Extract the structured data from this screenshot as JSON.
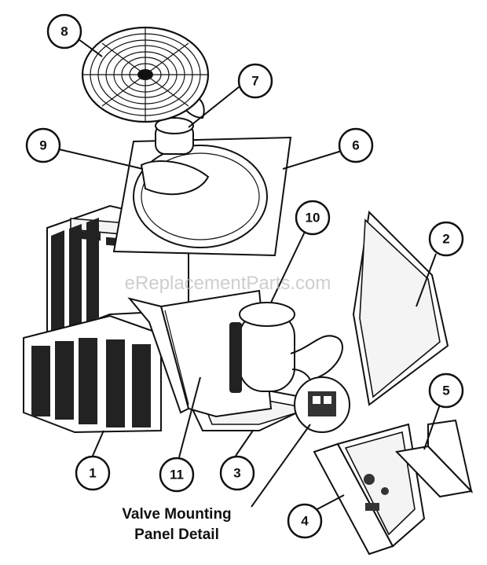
{
  "watermark": "eReplacementParts.com",
  "caption": {
    "line1": "Valve Mounting",
    "line2": "Panel Detail"
  },
  "callouts": [
    {
      "id": "1",
      "label": "1"
    },
    {
      "id": "2",
      "label": "2"
    },
    {
      "id": "3",
      "label": "3"
    },
    {
      "id": "4",
      "label": "4"
    },
    {
      "id": "5",
      "label": "5"
    },
    {
      "id": "6",
      "label": "6"
    },
    {
      "id": "7",
      "label": "7"
    },
    {
      "id": "8",
      "label": "8"
    },
    {
      "id": "9",
      "label": "9"
    },
    {
      "id": "10",
      "label": "10"
    },
    {
      "id": "11",
      "label": "11"
    }
  ]
}
